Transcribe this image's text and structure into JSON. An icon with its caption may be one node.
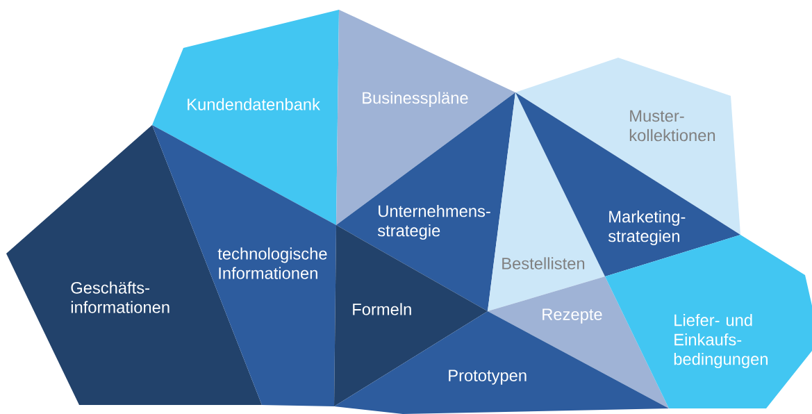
{
  "diagram": {
    "nodes": [
      {
        "text": [
          "Kundendatenbank"
        ]
      },
      {
        "text": [
          "Businesspläne"
        ]
      },
      {
        "text": [
          "Geschäfts- informationen"
        ]
      },
      {
        "text": [
          "technologische Informationen"
        ]
      },
      {
        "text": [
          "Unternehmens- strategie"
        ]
      },
      {
        "text": [
          "Formeln"
        ]
      },
      {
        "text": [
          "Muster- kollektionen"
        ]
      },
      {
        "text": [
          "Bestellisten"
        ]
      },
      {
        "text": [
          "Marketing- strategien"
        ]
      },
      {
        "text": [
          "Rezepte"
        ]
      },
      {
        "text": [
          "Liefer- und Einkaufs- bedingungen"
        ]
      },
      {
        "text": [
          "Prototypen"
        ]
      }
    ]
  }
}
